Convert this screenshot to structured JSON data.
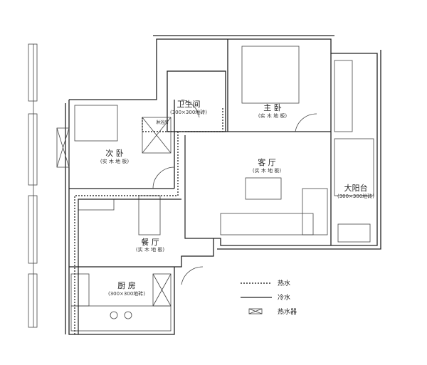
{
  "rooms": {
    "bathroom": {
      "name": "卫生间",
      "floor": "(300×300地砖)"
    },
    "master_bedroom": {
      "name": "主 卧",
      "floor": "(实 木 地 板)"
    },
    "second_bedroom": {
      "name": "次 卧",
      "floor": "(实 木 地 板)"
    },
    "living_room": {
      "name": "客 厅",
      "floor": "(实 木 地 板)"
    },
    "dining_room": {
      "name": "餐 厅",
      "floor": "(实 木 地 板)"
    },
    "kitchen": {
      "name": "厨 房",
      "floor": "(300×300地砖)"
    },
    "balcony": {
      "name": "大阳台",
      "floor": "(300×300地砖)"
    },
    "shower": {
      "name": "淋浴房"
    }
  },
  "legend": {
    "hot_water": "热水",
    "cold_water": "冷水",
    "water_heater": "热水器"
  }
}
